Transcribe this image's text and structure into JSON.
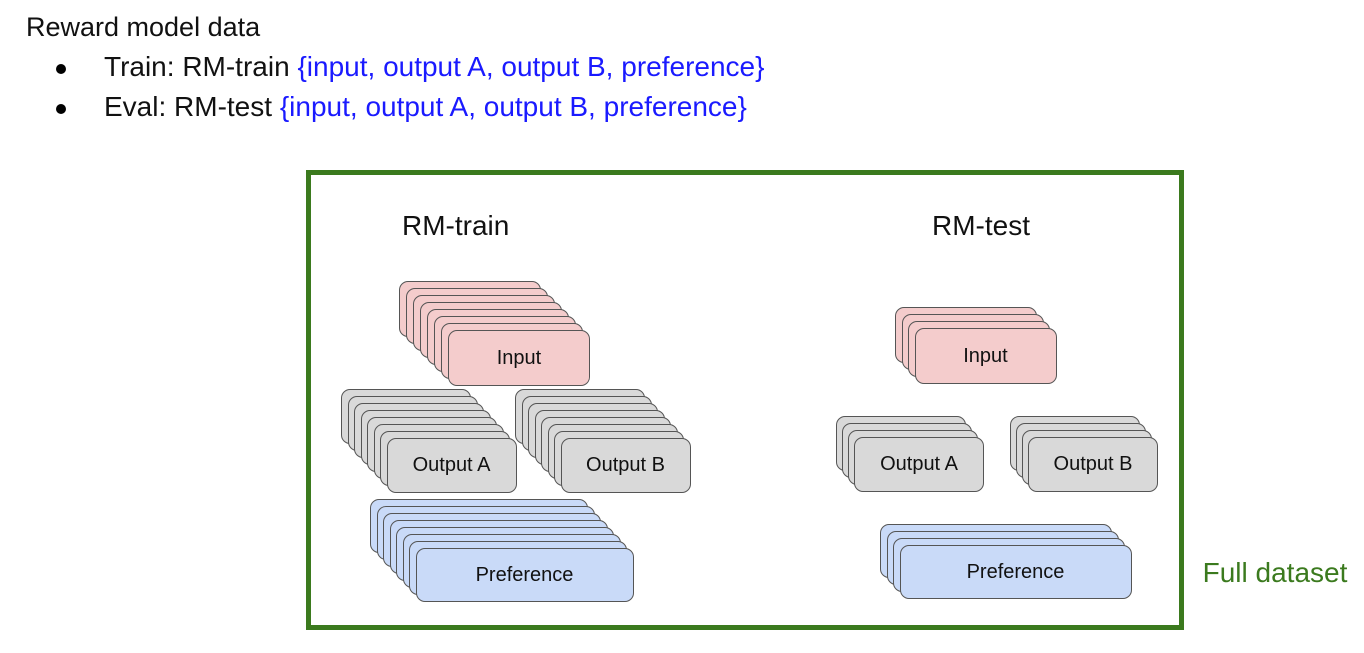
{
  "heading": "Reward model data",
  "bullets": [
    {
      "prefix": "Train: RM-train ",
      "schema": "{input, output A, output B, preference}"
    },
    {
      "prefix": "Eval: RM-test ",
      "schema": "{input, output A, output B, preference}"
    }
  ],
  "frame_label": "Full dataset",
  "sets": [
    {
      "title": "RM-train",
      "input_label": "Input",
      "output_a_label": "Output A",
      "output_b_label": "Output B",
      "preference_label": "Preference"
    },
    {
      "title": "RM-test",
      "input_label": "Input",
      "output_a_label": "Output A",
      "output_b_label": "Output B",
      "preference_label": "Preference"
    }
  ],
  "colors": {
    "input": "#f4cccc",
    "output": "#d9d9d9",
    "preference": "#c9daf8",
    "frame": "#3b7a1e",
    "schema_text": "#1a1aff"
  }
}
